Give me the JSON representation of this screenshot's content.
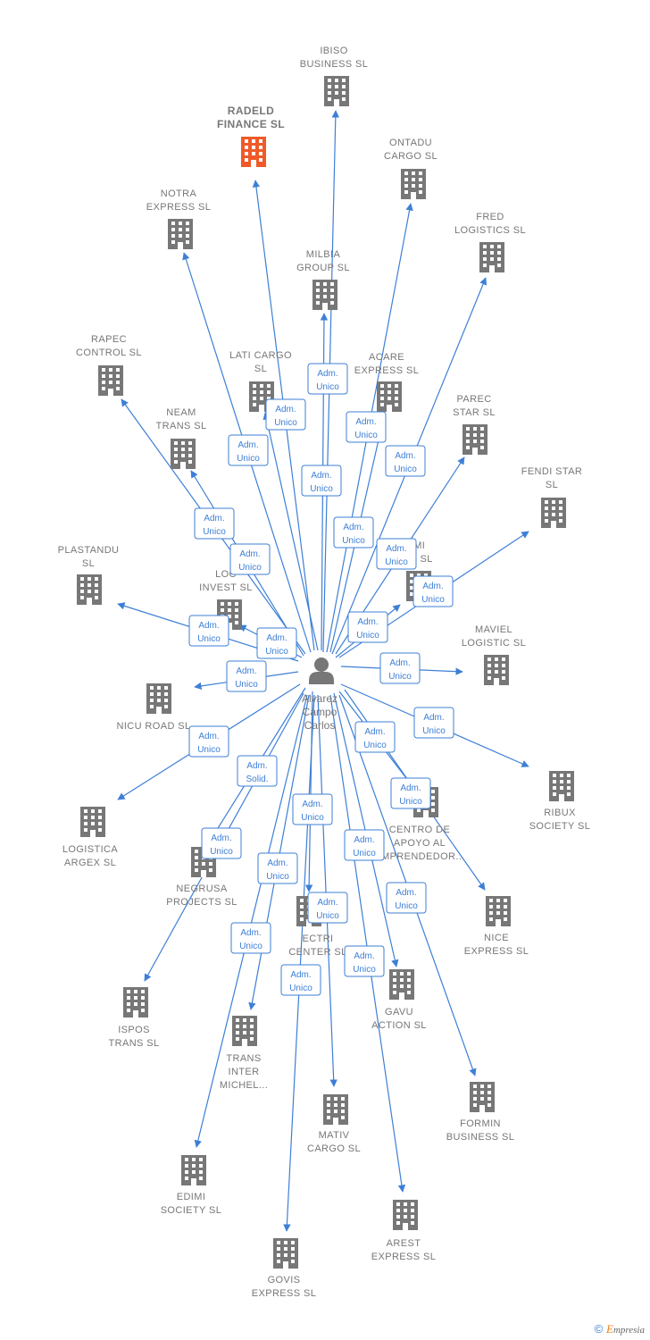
{
  "center": {
    "name_lines": [
      "Alvarez",
      "Campo",
      "Carlos"
    ]
  },
  "colors": {
    "edge": "#3d7fd6",
    "company": "#777777",
    "highlight": "#f05a28"
  },
  "companies": [
    {
      "id": "ibiso",
      "lines": [
        "IBISO",
        "BUSINESS SL"
      ],
      "role": ""
    },
    {
      "id": "radeld",
      "lines": [
        "RADELD",
        "FINANCE SL"
      ],
      "highlight": true,
      "role": "Adm. Unico"
    },
    {
      "id": "ontadu",
      "lines": [
        "ONTADU",
        "CARGO SL"
      ],
      "role": "Adm. Unico"
    },
    {
      "id": "notra",
      "lines": [
        "NOTRA",
        "EXPRESS SL"
      ],
      "role": "Adm. Unico"
    },
    {
      "id": "fred",
      "lines": [
        "FRED",
        "LOGISTICS SL"
      ],
      "role": "Adm. Unico"
    },
    {
      "id": "milbia",
      "lines": [
        "MILBIA",
        "GROUP SL"
      ],
      "role": "Adm. Unico"
    },
    {
      "id": "rapec",
      "lines": [
        "RAPEC",
        "CONTROL SL"
      ],
      "role": "Adm. Unico"
    },
    {
      "id": "laticargo",
      "lines": [
        "LATI CARGO",
        "SL"
      ],
      "role": "Adm. Unico"
    },
    {
      "id": "acare",
      "lines": [
        "ACARE",
        "EXPRESS SL"
      ],
      "role": "Adm. Unico"
    },
    {
      "id": "parec",
      "lines": [
        "PAREC",
        "STAR SL"
      ],
      "role": "Adm. Unico"
    },
    {
      "id": "neam",
      "lines": [
        "NEAM",
        "TRANS SL"
      ],
      "role": "Adm. Unico"
    },
    {
      "id": "fendi",
      "lines": [
        "FENDI STAR",
        "SL"
      ],
      "role": "Adm. Unico"
    },
    {
      "id": "plastandu",
      "lines": [
        "PLASTANDU",
        "SL"
      ],
      "role": "Adm. Unico"
    },
    {
      "id": "loc",
      "lines": [
        "LOC",
        "INVEST SL"
      ],
      "role": "Adm. Unico"
    },
    {
      "id": "imi",
      "lines": [
        "IMI",
        "UP SL"
      ],
      "role": "Adm. Unico"
    },
    {
      "id": "maviel",
      "lines": [
        "MAVIEL",
        "LOGISTIC SL"
      ],
      "role": "Adm. Unico"
    },
    {
      "id": "nicuroad",
      "lines": [
        "NICU ROAD SL"
      ],
      "role": "Adm. Unico"
    },
    {
      "id": "ribux",
      "lines": [
        "RIBUX",
        "SOCIETY SL"
      ],
      "role": "Adm. Unico"
    },
    {
      "id": "argex",
      "lines": [
        "LOGISTICA",
        "ARGEX SL"
      ],
      "role": "Adm. Unico"
    },
    {
      "id": "centro",
      "lines": [
        "CENTRO DE",
        "APOYO AL",
        "EMPRENDEDOR..."
      ],
      "role": "Adm. Unico"
    },
    {
      "id": "negrusa",
      "lines": [
        "NEGRUSA",
        "PROJECTS SL"
      ],
      "role": "Adm. Solid."
    },
    {
      "id": "nice",
      "lines": [
        "NICE",
        "EXPRESS SL"
      ],
      "role": "Adm. Unico"
    },
    {
      "id": "ectri",
      "lines": [
        "ECTRI",
        "CENTER SL"
      ],
      "role": "Adm. Unico"
    },
    {
      "id": "ispos",
      "lines": [
        "ISPOS",
        "TRANS SL"
      ],
      "role": "Adm. Unico"
    },
    {
      "id": "gavu",
      "lines": [
        "GAVU",
        "ACTION SL"
      ],
      "role": "Adm. Unico"
    },
    {
      "id": "trans",
      "lines": [
        "TRANS",
        "INTER",
        "MICHEL..."
      ],
      "role": "Adm. Unico"
    },
    {
      "id": "formin",
      "lines": [
        "FORMIN",
        "BUSINESS SL"
      ],
      "role": "Adm. Unico"
    },
    {
      "id": "mativ",
      "lines": [
        "MATIV",
        "CARGO SL"
      ],
      "role": "Adm. Unico"
    },
    {
      "id": "edimi",
      "lines": [
        "EDIMI",
        "SOCIETY SL"
      ],
      "role": "Adm. Unico"
    },
    {
      "id": "arest",
      "lines": [
        "AREST",
        "EXPRESS SL"
      ],
      "role": "Adm. Unico"
    },
    {
      "id": "govis",
      "lines": [
        "GOVIS",
        "EXPRESS SL"
      ],
      "role": "Adm. Unico"
    }
  ],
  "footer": {
    "copyright_symbol": "©",
    "brand_first": "E",
    "brand_rest": "mpresia"
  }
}
